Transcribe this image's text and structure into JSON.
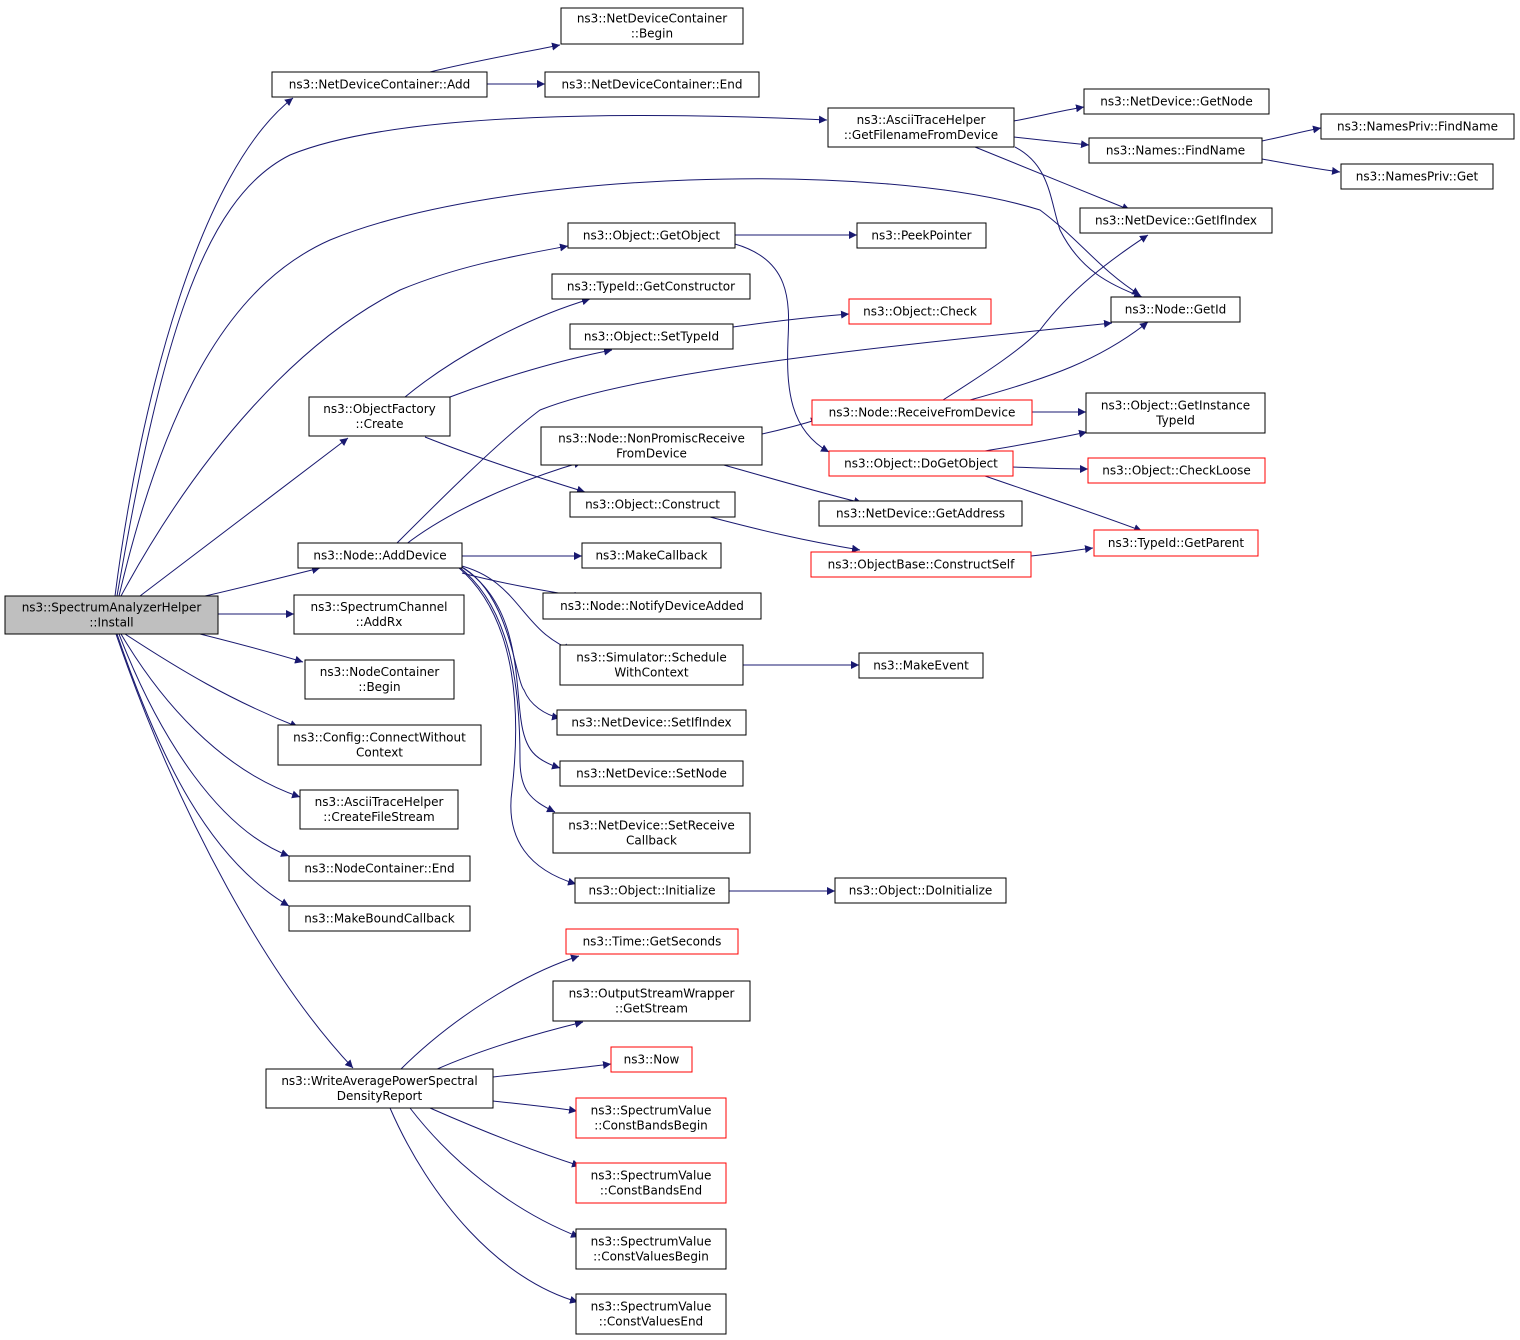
{
  "nodes": {
    "install": [
      "ns3::SpectrumAnalyzerHelper",
      "::Install"
    ],
    "ndc_add": [
      "ns3::NetDeviceContainer::Add"
    ],
    "ndc_begin": [
      "ns3::NetDeviceContainer",
      "::Begin"
    ],
    "ndc_end": [
      "ns3::NetDeviceContainer::End"
    ],
    "ath_getfilename": [
      "ns3::AsciiTraceHelper",
      "::GetFilenameFromDevice"
    ],
    "nd_getnode": [
      "ns3::NetDevice::GetNode"
    ],
    "names_findname": [
      "ns3::Names::FindName"
    ],
    "namespriv_findname": [
      "ns3::NamesPriv::FindName"
    ],
    "namespriv_get": [
      "ns3::NamesPriv::Get"
    ],
    "nd_getifindex": [
      "ns3::NetDevice::GetIfIndex"
    ],
    "obj_getobject": [
      "ns3::Object::GetObject"
    ],
    "peekpointer": [
      "ns3::PeekPointer"
    ],
    "typeid_getconstructor": [
      "ns3::TypeId::GetConstructor"
    ],
    "obj_settypeid": [
      "ns3::Object::SetTypeId"
    ],
    "obj_check": [
      "ns3::Object::Check"
    ],
    "node_getid": [
      "ns3::Node::GetId"
    ],
    "objfactory_create": [
      "ns3::ObjectFactory",
      "::Create"
    ],
    "node_receivefromdevice": [
      "ns3::Node::ReceiveFromDevice"
    ],
    "obj_getinstancetypeid": [
      "ns3::Object::GetInstance",
      "TypeId"
    ],
    "node_nonpromisc": [
      "ns3::Node::NonPromiscReceive",
      "FromDevice"
    ],
    "obj_dogetobject": [
      "ns3::Object::DoGetObject"
    ],
    "obj_checkloose": [
      "ns3::Object::CheckLoose"
    ],
    "obj_construct": [
      "ns3::Object::Construct"
    ],
    "nd_getaddress": [
      "ns3::NetDevice::GetAddress"
    ],
    "typeid_getparent": [
      "ns3::TypeId::GetParent"
    ],
    "node_adddevice": [
      "ns3::Node::AddDevice"
    ],
    "makecallback": [
      "ns3::MakeCallback"
    ],
    "objbase_constructself": [
      "ns3::ObjectBase::ConstructSelf"
    ],
    "node_notifydeviceadded": [
      "ns3::Node::NotifyDeviceAdded"
    ],
    "spectrumchannel_addrx": [
      "ns3::SpectrumChannel",
      "::AddRx"
    ],
    "nodecontainer_begin": [
      "ns3::NodeContainer",
      "::Begin"
    ],
    "sim_schedulewithcontext": [
      "ns3::Simulator::Schedule",
      "WithContext"
    ],
    "makeevent": [
      "ns3::MakeEvent"
    ],
    "config_connect": [
      "ns3::Config::ConnectWithout",
      "Context"
    ],
    "nd_setifindex": [
      "ns3::NetDevice::SetIfIndex"
    ],
    "nd_setnode": [
      "ns3::NetDevice::SetNode"
    ],
    "ath_createfilestream": [
      "ns3::AsciiTraceHelper",
      "::CreateFileStream"
    ],
    "nd_setreceivecallback": [
      "ns3::NetDevice::SetReceive",
      "Callback"
    ],
    "nodecontainer_end": [
      "ns3::NodeContainer::End"
    ],
    "obj_initialize": [
      "ns3::Object::Initialize"
    ],
    "obj_doinitialize": [
      "ns3::Object::DoInitialize"
    ],
    "makeboundcallback": [
      "ns3::MakeBoundCallback"
    ],
    "time_getseconds": [
      "ns3::Time::GetSeconds"
    ],
    "osw_getstream": [
      "ns3::OutputStreamWrapper",
      "::GetStream"
    ],
    "writeavg": [
      "ns3::WriteAveragePowerSpectral",
      "DensityReport"
    ],
    "now": [
      "ns3::Now"
    ],
    "sv_constbandsbegin": [
      "ns3::SpectrumValue",
      "::ConstBandsBegin"
    ],
    "sv_constbandsend": [
      "ns3::SpectrumValue",
      "::ConstBandsEnd"
    ],
    "sv_constvaluesbegin": [
      "ns3::SpectrumValue",
      "::ConstValuesBegin"
    ],
    "sv_constvaluesend": [
      "ns3::SpectrumValue",
      "::ConstValuesEnd"
    ]
  },
  "colors": {
    "edge": "#191970",
    "node_border": "#000000",
    "node_border_truncated": "#ff0000",
    "root_fill": "#bfbfbf"
  }
}
